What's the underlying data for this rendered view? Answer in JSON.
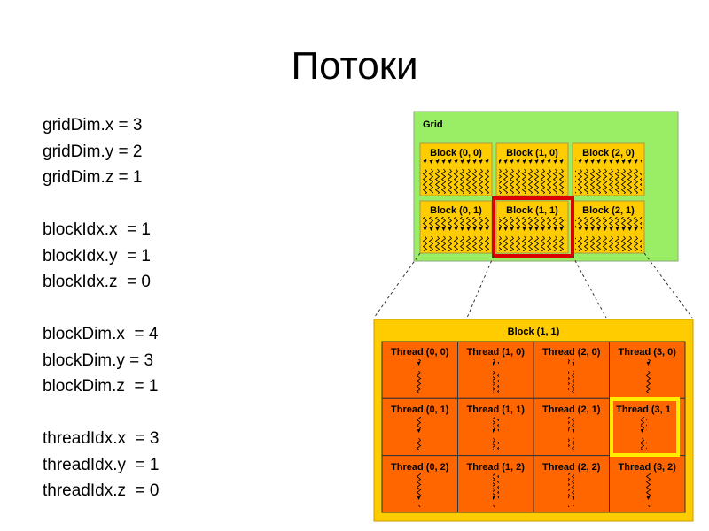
{
  "title": "Потоки",
  "variables": [
    [
      "gridDim.x = 3",
      "gridDim.y = 2",
      "gridDim.z = 1"
    ],
    [
      "blockIdx.x  = 1",
      "blockIdx.y  = 1",
      "blockIdx.z  = 0"
    ],
    [
      "blockDim.x  = 4",
      "blockDim.y = 3",
      "blockDim.z  = 1"
    ],
    [
      "threadIdx.x  = 3",
      "threadIdx.y  = 1",
      "threadIdx.z  = 0"
    ]
  ],
  "grid": {
    "label": "Grid",
    "blocks": [
      [
        "Block (0, 0)",
        "Block (1, 0)",
        "Block (2, 0)"
      ],
      [
        "Block (0, 1)",
        "Block (1, 1)",
        "Block (2, 1)"
      ]
    ],
    "highlighted_block": [
      1,
      1
    ]
  },
  "block_detail": {
    "label": "Block (1, 1)",
    "threads": [
      [
        "Thread (0, 0)",
        "Thread (1, 0)",
        "Thread (2, 0)",
        "Thread (3, 0)"
      ],
      [
        "Thread (0, 1)",
        "Thread (1, 1)",
        "Thread (2, 1)",
        "Thread (3, 1"
      ],
      [
        "Thread (0, 2)",
        "Thread (1, 2)",
        "Thread (2, 2)",
        "Thread (3, 2)"
      ]
    ],
    "highlighted_thread": [
      3,
      1
    ]
  },
  "colors": {
    "grid_bg": "#99ee66",
    "block_bg": "#ffcc00",
    "thread_bg": "#ff6600",
    "highlight_red": "#dd0000",
    "highlight_yellow": "#ffee00"
  }
}
